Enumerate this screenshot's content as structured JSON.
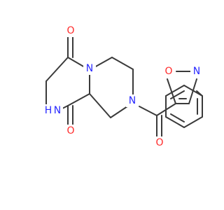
{
  "molecule": {
    "atoms": {
      "o_top_carbonyl": {
        "label": "O",
        "color": "#ff2a2a"
      },
      "o_bottom_carbonyl": {
        "label": "O",
        "color": "#ff2a2a"
      },
      "o_acyl_carbonyl": {
        "label": "O",
        "color": "#ff2a2a"
      },
      "o_isoxazole": {
        "label": "O",
        "color": "#ff2a2a"
      },
      "n_ring_junction": {
        "label": "N",
        "color": "#2a2aff"
      },
      "n_amide_left": {
        "label": "N",
        "color": "#2a2aff"
      },
      "h_amide_left": {
        "label": "H",
        "color": "#2a2aff"
      },
      "n_piperazine_acyl": {
        "label": "N",
        "color": "#2a2aff"
      },
      "n_isoxazole": {
        "label": "N",
        "color": "#2a2aff"
      }
    }
  }
}
